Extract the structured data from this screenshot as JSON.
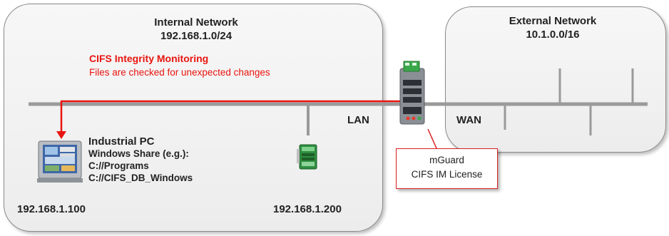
{
  "internal": {
    "title": "Internal Network",
    "subnet": "192.168.1.0/24"
  },
  "external": {
    "title": "External Network",
    "subnet": "10.1.0.0/16"
  },
  "cifs": {
    "title": "CIFS Integrity Monitoring",
    "subtitle": "Files are checked for unexpected changes"
  },
  "lan_label": "LAN",
  "wan_label": "WAN",
  "pc": {
    "title": "Industrial PC",
    "share_label": "Windows Share (e.g.):",
    "share_1": "C://Programs",
    "share_2": "C://CIFS_DB_Windows",
    "ip": "192.168.1.100"
  },
  "device": {
    "ip": "192.168.1.200"
  },
  "mguard": {
    "name": "mGuard",
    "license": "CIFS IM License"
  },
  "colors": {
    "accent_red": "#e8140f",
    "zone_border": "#8a8a8a",
    "bus_line": "#9a9a9a"
  },
  "icons": [
    "industrial-pc-icon",
    "io-module-icon",
    "mguard-router-icon"
  ]
}
